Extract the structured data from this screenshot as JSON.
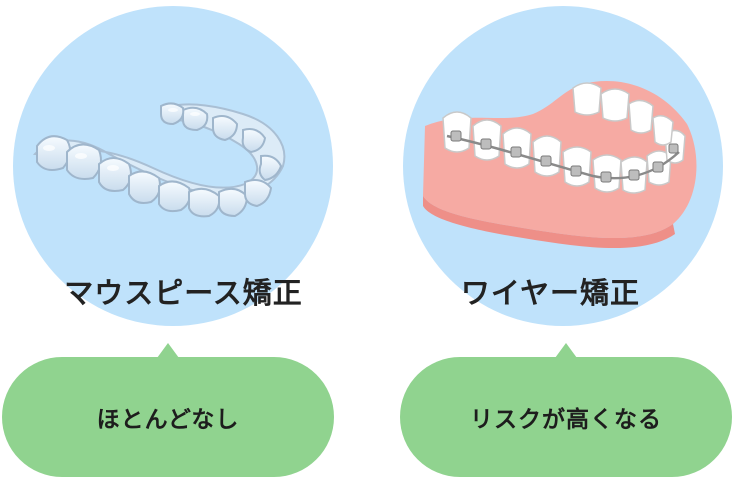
{
  "colors": {
    "circle": "#bfe2fb",
    "bubble": "#90d38f",
    "gum": "#f6aaa3",
    "tooth": "#ffffff",
    "aligner": "#e6f1fa"
  },
  "cards": [
    {
      "title": "マウスピース矯正",
      "icon": "clear-aligner-icon",
      "bubble": "ほとんどなし"
    },
    {
      "title": "ワイヤー矯正",
      "icon": "wire-braces-icon",
      "bubble": "リスクが高くなる"
    }
  ]
}
